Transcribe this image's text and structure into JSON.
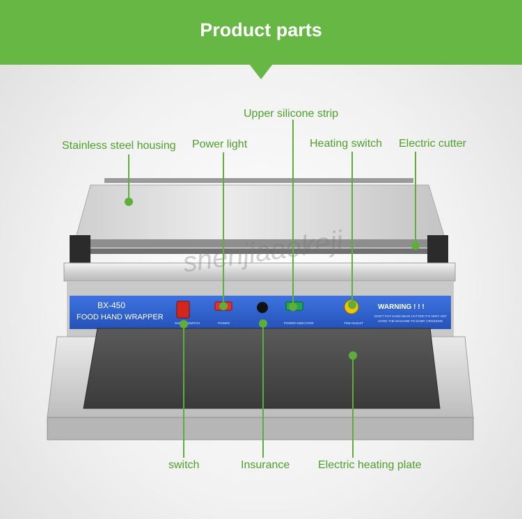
{
  "header": {
    "title": "Product parts"
  },
  "labels": {
    "housing": "Stainless steel housing",
    "power_light": "Power light",
    "silicone_strip": "Upper silicone strip",
    "heating_switch": "Heating switch",
    "cutter": "Electric cutter",
    "switch": "switch",
    "insurance": "Insurance",
    "heating_plate": "Electric heating plate"
  },
  "machine": {
    "model": "BX-450",
    "name": "FOOD HAND WRAPPER",
    "warning": "WARNING ! ! !",
    "warning_line1": "DON'T PUT HAND NEAR CUTTER IT'S VERY HOT",
    "warning_line2": "AVOID THE MACHINE TO DAMP, CROSSING",
    "label_switch": "SUPPLY SWITCH",
    "label_power": "POWER",
    "label_indicator": "POWER INDICATOR",
    "label_temp": "TEM ADJUST"
  },
  "watermark": "shenjiaaokeji",
  "colors": {
    "accent": "#67b745",
    "label": "#4ea02b",
    "panel": "#2c5fcf"
  }
}
